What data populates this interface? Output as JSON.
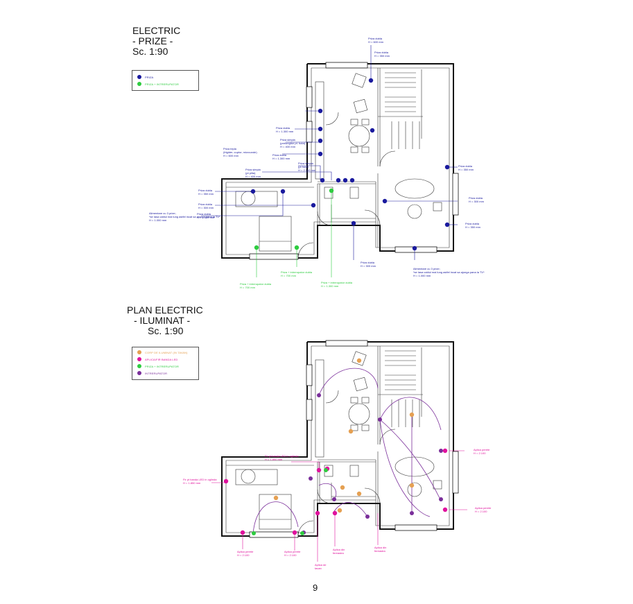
{
  "page_number": "9",
  "colors": {
    "priza": "#1a1a9e",
    "priza_intrerupator": "#2ecc40",
    "corp_iluminat": "#e5a052",
    "aplica_banda_led": "#e0119d",
    "intrerupator": "#7a2e9a",
    "wall": "#111111"
  },
  "plan_prize": {
    "title_lines": [
      "ELECTRIC",
      "- PRIZE -",
      "Sc. 1:90"
    ],
    "legend": [
      {
        "label": "PRIZA",
        "color_key": "priza"
      },
      {
        "label": "PRIZA + INTRERUPATOR",
        "color_key": "priza_intrerupator"
      }
    ],
    "annotations": [
      {
        "lines": [
          "Priza dubla",
          "H = 600 mm"
        ],
        "color_key": "priza"
      },
      {
        "lines": [
          "Priza dubla",
          "H = 350 mm"
        ],
        "color_key": "priza"
      },
      {
        "lines": [
          "Priza dubla",
          "H = 350 mm"
        ],
        "color_key": "priza"
      },
      {
        "lines": [
          "Priza dubla",
          "H = 1.300 mm"
        ],
        "color_key": "priza"
      },
      {
        "lines": [
          "Priza simpla",
          "(prelungitor pt. hota)",
          "H = 400 mm"
        ],
        "color_key": "priza"
      },
      {
        "lines": [
          "Priza tripla",
          "(frigider, cuptor, microunde)",
          "H = 600 mm"
        ],
        "color_key": "priza"
      },
      {
        "lines": [
          "Priza dubla",
          "H = 1.300 mm"
        ],
        "color_key": "priza"
      },
      {
        "lines": [
          "Priza simpla",
          "(pt hota)",
          "H = 2.100 mm"
        ],
        "color_key": "priza"
      },
      {
        "lines": [
          "Priza simpla",
          "(pt plita)",
          "H = 400 mm"
        ],
        "color_key": "priza"
      },
      {
        "lines": [
          "Priza dubla",
          "H = 350 mm"
        ],
        "color_key": "priza"
      },
      {
        "lines": [
          "Priza dubla",
          "H = 300 mm"
        ],
        "color_key": "priza"
      },
      {
        "lines": [
          "Priza dubla",
          "H = 1.300 mm"
        ],
        "color_key": "priza"
      },
      {
        "lines": [
          "Alimentare cu 3 prize;",
          "*se lasa cablul mai lung astfel incat sa ajunga pana la TV*",
          "H = 1.000 mm"
        ],
        "color_key": "priza"
      },
      {
        "lines": [
          "Priza dubla",
          "H = 300 mm"
        ],
        "color_key": "priza"
      },
      {
        "lines": [
          "Priza dubla",
          "H = 350 mm"
        ],
        "color_key": "priza"
      },
      {
        "lines": [
          "Priza dubla",
          "H = 300 mm"
        ],
        "color_key": "priza"
      },
      {
        "lines": [
          "Alimentare cu 3 prize;",
          "*se lasa cablul mai lung astfel incat sa ajunga pana la TV*",
          "H = 1.000 mm"
        ],
        "color_key": "priza"
      },
      {
        "lines": [
          "Priza + intrerupator dubla",
          "H = 700 mm"
        ],
        "color_key": "priza_intrerupator"
      },
      {
        "lines": [
          "Priza + intrerupator dubla",
          "H = 700 mm"
        ],
        "color_key": "priza_intrerupator"
      },
      {
        "lines": [
          "Priza + intrerupator dubla",
          "H = 1.300 mm"
        ],
        "color_key": "priza_intrerupator"
      }
    ]
  },
  "plan_iluminat": {
    "title_lines": [
      "PLAN ELECTRIC",
      "- ILUMINAT -",
      "Sc. 1:90"
    ],
    "legend": [
      {
        "label": "CORP DE ILUMINAT (IN TAVAN)",
        "color_key": "corp_iluminat"
      },
      {
        "label": "APLICA/FIR BANDA LED",
        "color_key": "aplica_banda_led"
      },
      {
        "label": "PRIZA + INTRERUPATOR",
        "color_key": "priza_intrerupator"
      },
      {
        "label": "INTRERUPATOR",
        "color_key": "intrerupator"
      }
    ],
    "annotations": [
      {
        "lines": [
          "Fir pt banda LED in oglinda",
          "H = 1.850 mm"
        ],
        "color_key": "aplica_banda_led"
      },
      {
        "lines": [
          "Fir pt banda LED in oglinda",
          "H = 1.850 mm"
        ],
        "color_key": "aplica_banda_led"
      },
      {
        "lines": [
          "Aplica perete",
          "H = 2.100"
        ],
        "color_key": "aplica_banda_led"
      },
      {
        "lines": [
          "Aplica perete",
          "H = 2.100"
        ],
        "color_key": "aplica_banda_led"
      },
      {
        "lines": [
          "Aplica perete",
          "H = 2.100"
        ],
        "color_key": "aplica_banda_led"
      },
      {
        "lines": [
          "Aplica perete",
          "H = 2.100"
        ],
        "color_key": "aplica_banda_led"
      },
      {
        "lines": [
          "Aplica din",
          "fereastra"
        ],
        "color_key": "aplica_banda_led"
      },
      {
        "lines": [
          "Aplica de",
          "tavan"
        ],
        "color_key": "aplica_banda_led"
      },
      {
        "lines": [
          "Aplica din",
          "fereastra"
        ],
        "color_key": "aplica_banda_led"
      }
    ]
  }
}
